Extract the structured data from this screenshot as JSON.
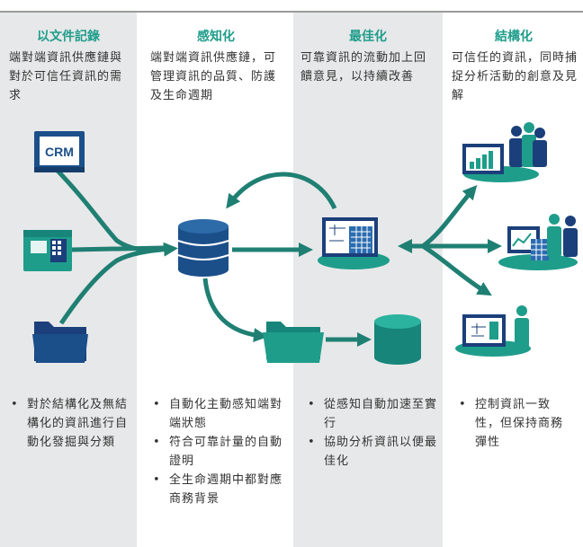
{
  "columns": [
    {
      "title": "以文件記錄",
      "description": "端對端資訊供應鏈與對於可信任資訊的需求",
      "bullets": [
        "對於結構化及無結構化的資訊進行自動化發掘與分類"
      ]
    },
    {
      "title": "感知化",
      "description": "端對端資訊供應鏈，可管理資訊的品質、防護及生命週期",
      "bullets": [
        "自動化主動感知端對端狀態",
        "符合可靠計量的自動證明",
        "全生命週期中都對應商務背景"
      ]
    },
    {
      "title": "最佳化",
      "description": "可靠資訊的流動加上回饋意見，以持續改善",
      "bullets": [
        "從感知自動加速至實行",
        "協助分析資訊以便最佳化"
      ]
    },
    {
      "title": "結構化",
      "description": "可信任的資訊，同時捕捉分析活動的創意及見解",
      "bullets": [
        "控制資訊一致性，但保持商務彈性"
      ]
    }
  ],
  "crm_label": "CRM",
  "colors": {
    "teal": "#1f9d8b",
    "navy": "#1b3f7a",
    "panel": "#e7e8e9",
    "heading": "#1f9d8b"
  }
}
